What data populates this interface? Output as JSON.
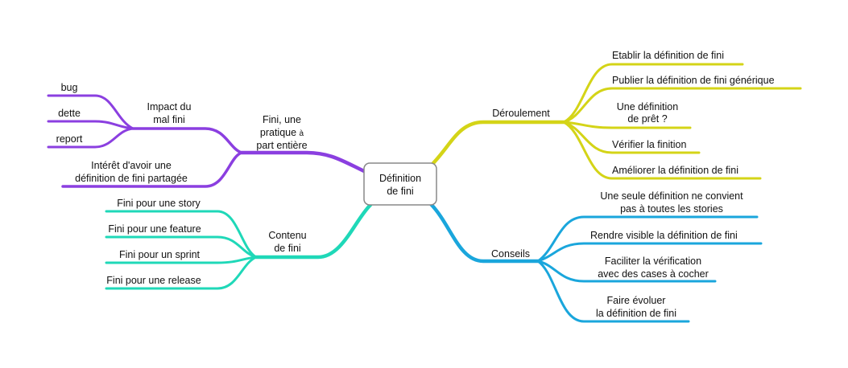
{
  "colors": {
    "purple": "#8b3fe0",
    "teal": "#1fd8b8",
    "yellow": "#d4d417",
    "blue": "#1aa6dc",
    "root_border": "#888888"
  },
  "root": {
    "line1": "Définition",
    "line2": "de fini"
  },
  "branches": {
    "fini_pratique": {
      "line1": "Fini, une",
      "line2a": "pratique",
      "line2b": "à",
      "line3": "part entière",
      "impact": {
        "line1": "Impact du",
        "line2": "mal fini"
      },
      "impact_children": [
        "bug",
        "dette",
        "report"
      ],
      "interet": {
        "line1": "Intérêt d'avoir une",
        "line2": "définition de fini partagée"
      }
    },
    "contenu": {
      "line1": "Contenu",
      "line2": "de fini",
      "children": [
        "Fini pour une story",
        "Fini pour une feature",
        "Fini pour un sprint",
        "Fini pour une release"
      ]
    },
    "deroulement": {
      "label": "Déroulement",
      "children": {
        "etablir": "Etablir la définition de fini",
        "publier": "Publier la définition de fini générique",
        "pret1": "Une définition",
        "pret2": "de prêt ?",
        "verifier": "Vérifier la finition",
        "ameliorer": "Améliorer la définition de fini"
      }
    },
    "conseils": {
      "label": "Conseils",
      "children": {
        "seule1": "Une seule définition ne convient",
        "seule2": "pas à toutes les stories",
        "visible": "Rendre visible la définition de fini",
        "faciliter1": "Faciliter la vérification",
        "faciliter2": "avec des cases à cocher",
        "evoluer1": "Faire évoluer",
        "evoluer2": "la définition de fini"
      }
    }
  }
}
